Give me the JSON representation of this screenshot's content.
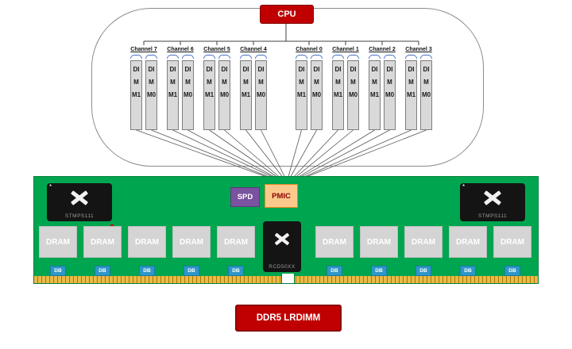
{
  "cpu": {
    "label": "CPU"
  },
  "channels": [
    {
      "label": "Channel 7"
    },
    {
      "label": "Channel 6"
    },
    {
      "label": "Channel 5"
    },
    {
      "label": "Channel 4"
    },
    {
      "label": "Channel 0"
    },
    {
      "label": "Channel 1"
    },
    {
      "label": "Channel 2"
    },
    {
      "label": "Channel 3"
    }
  ],
  "dimm": {
    "slot1": "DIMM1",
    "slot0": "DIMM0"
  },
  "board": {
    "spd": "SPD",
    "pmic": "PMIC",
    "stmps_left": "STMPS111",
    "stmps_right": "STMPS111",
    "rcd": "RCD50XX",
    "dram": "DRAM",
    "db": "DB",
    "dram_count": 10
  },
  "footer": {
    "label": "DDR5 LRDIMM"
  },
  "colors": {
    "accent_red": "#c00000",
    "board_green": "#00a54f",
    "spd_purple": "#7a52a0",
    "pmic_orange": "#fbc98c",
    "db_blue": "#2e97c8",
    "edge_gold": "#e9b949",
    "brace_blue": "#4472c4"
  }
}
